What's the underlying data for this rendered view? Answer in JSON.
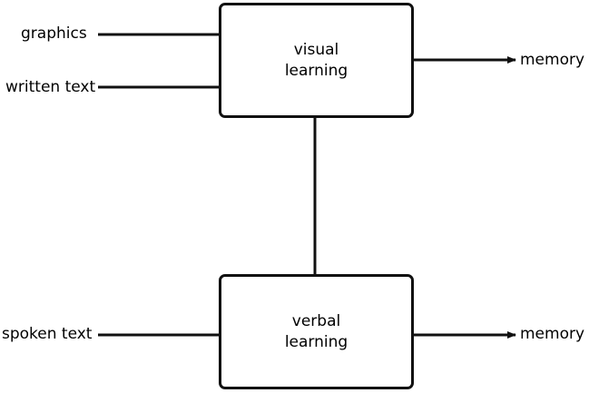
{
  "inputs": {
    "graphics": "graphics",
    "written_text": "written text",
    "spoken_text": "spoken text"
  },
  "nodes": {
    "visual": {
      "line1": "visual",
      "line2": "learning"
    },
    "verbal": {
      "line1": "verbal",
      "line2": "learning"
    }
  },
  "outputs": {
    "visual_memory": "memory",
    "verbal_memory": "memory"
  },
  "colors": {
    "stroke": "#111111",
    "text": "#000000",
    "background": "#ffffff"
  }
}
